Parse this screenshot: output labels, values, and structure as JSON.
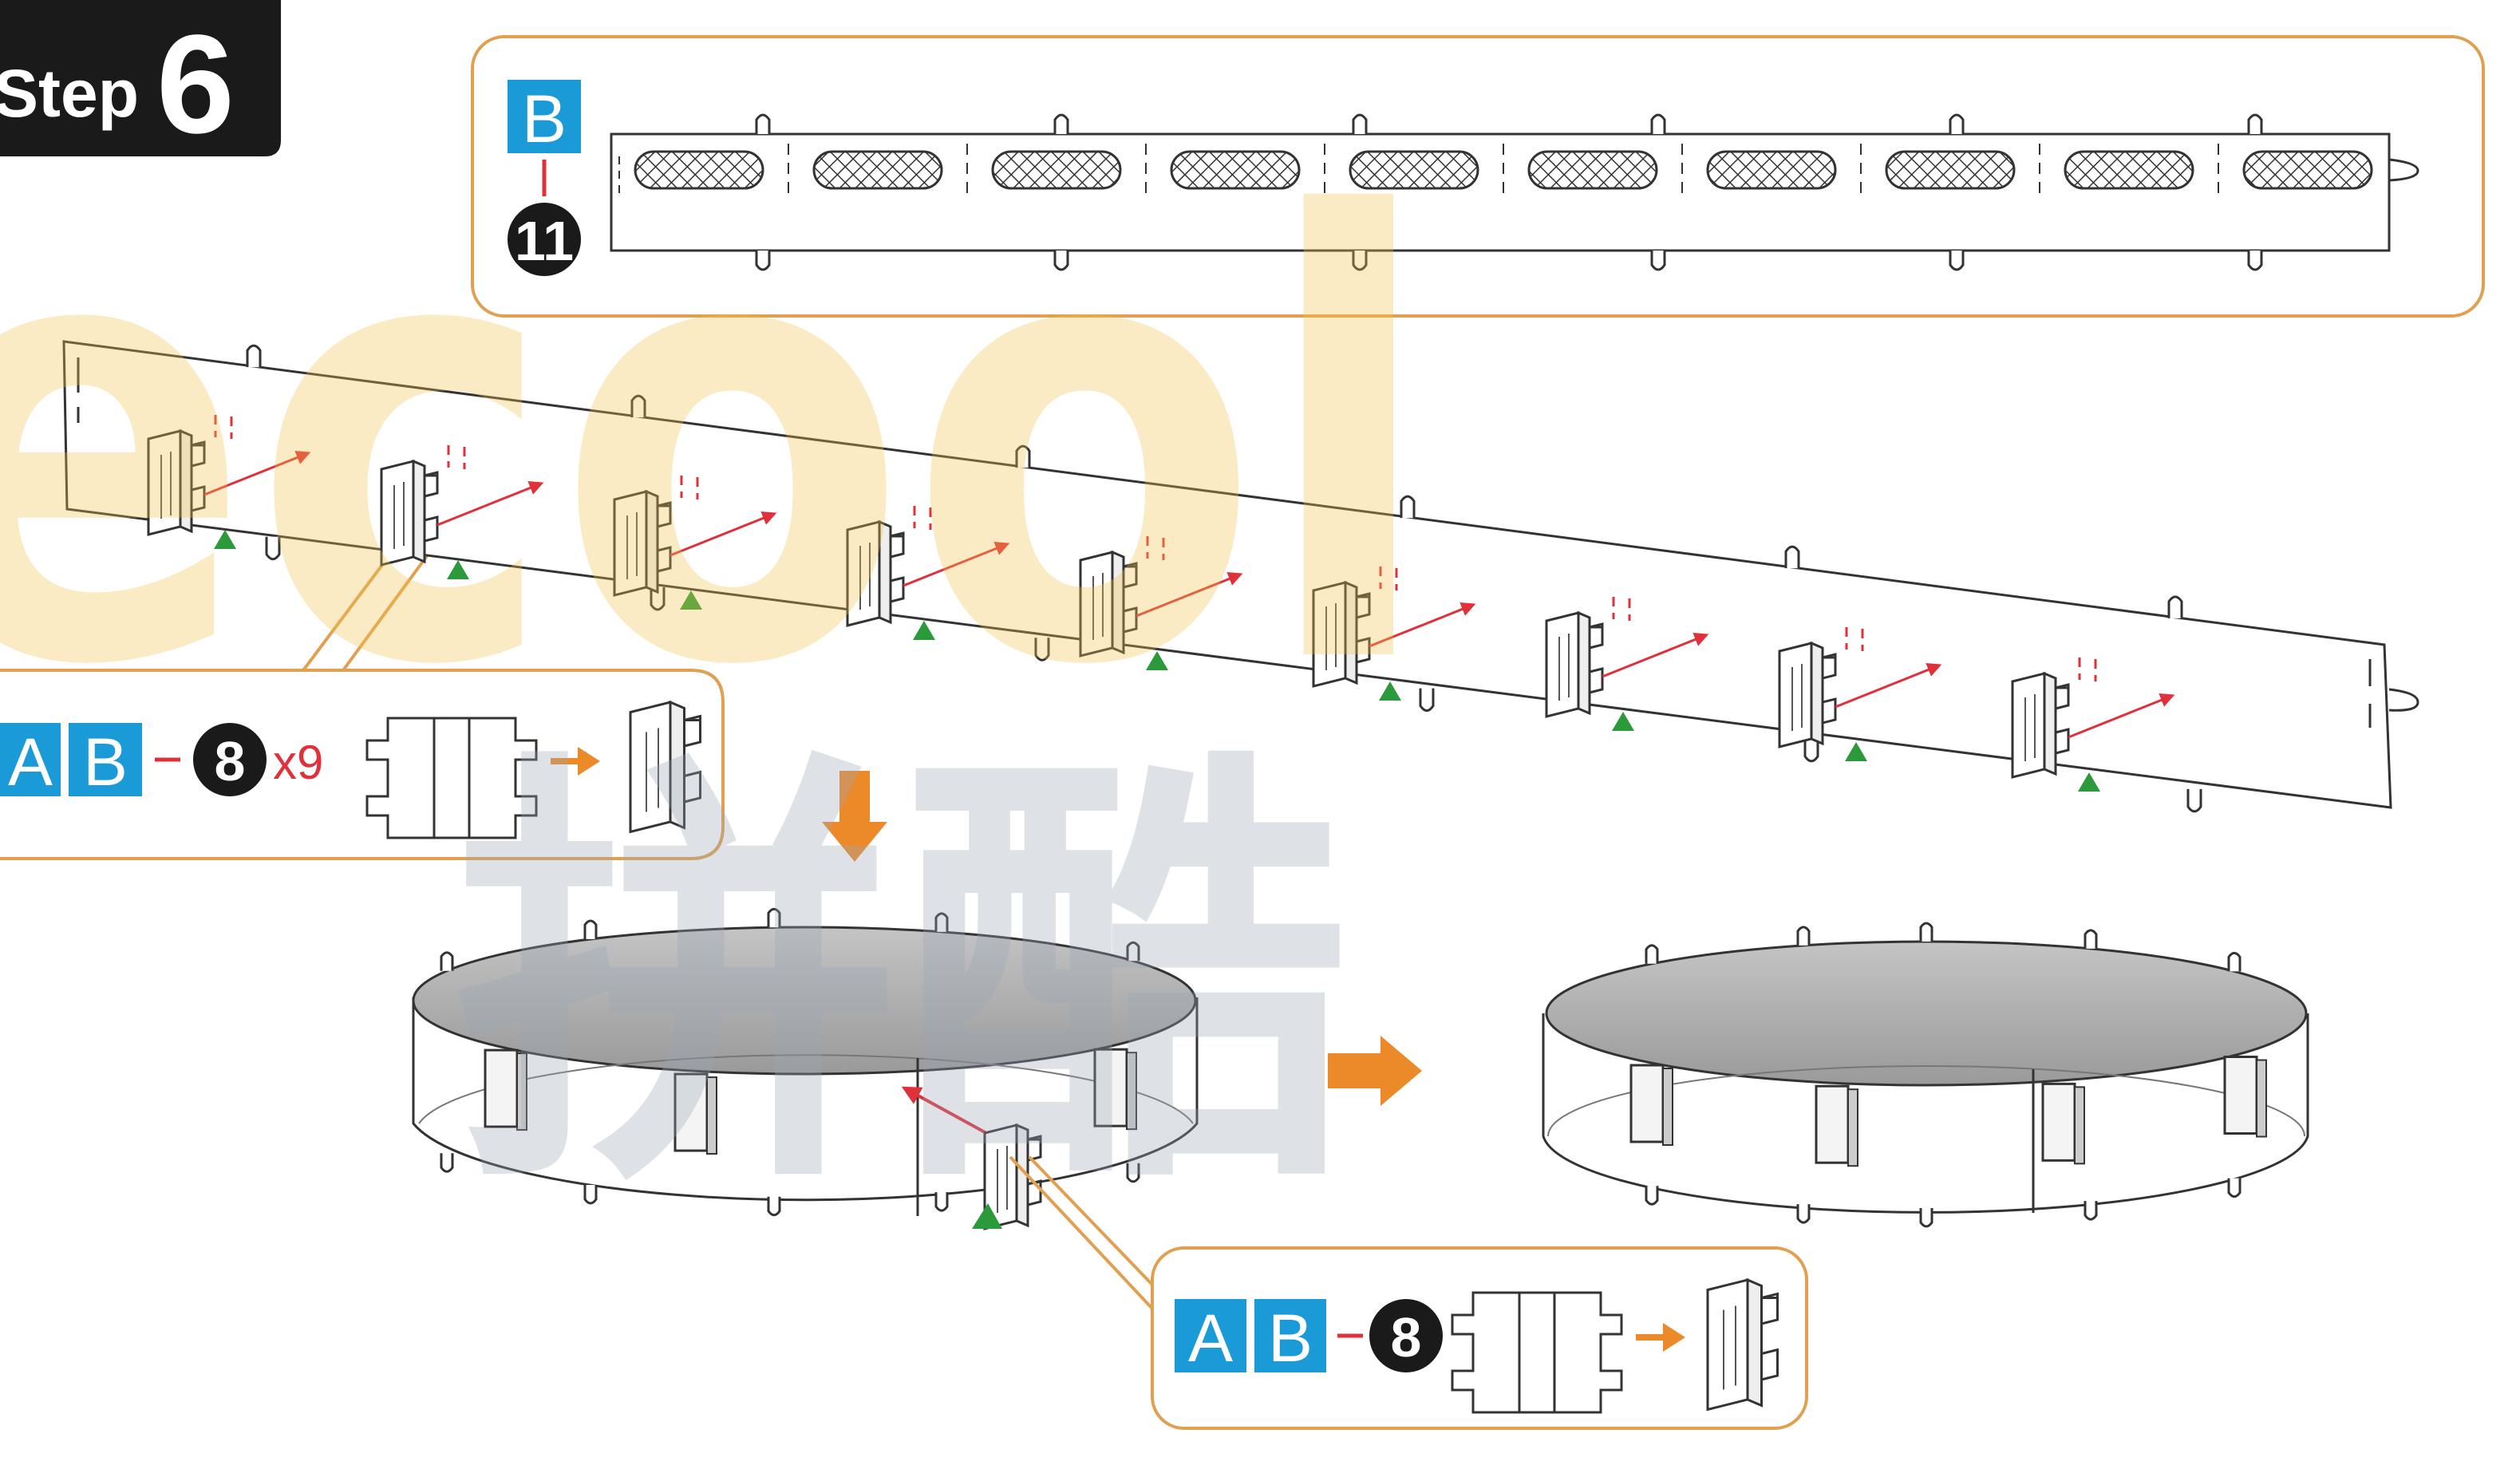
{
  "step": {
    "word": "Step",
    "number": "6"
  },
  "top_callout": {
    "sheet_letter": "B",
    "part_number": "11"
  },
  "left_callout": {
    "sheet_a": "A",
    "sheet_b": "B",
    "part_number": "8",
    "multiplier": "x9"
  },
  "bottom_callout": {
    "sheet_a": "A",
    "sheet_b": "B",
    "part_number": "8"
  },
  "watermark": {
    "latin": "ecool",
    "cjk": "拼酷"
  },
  "colors": {
    "callout_border": "#e0a050",
    "sheet_blue": "#1a9ad6",
    "badge_black": "#1a1a1a",
    "accent_red": "#e0303a",
    "arrow_orange": "#ec8a2a",
    "marker_green": "#2a9a3a",
    "disc_grey": "#a8a8a8"
  },
  "icons": {
    "step_badge": "step-badge-icon",
    "assembly_arrow": "orange-arrow-icon",
    "alignment_marker": "green-triangle-icon",
    "insert_direction": "red-arrow-icon"
  }
}
